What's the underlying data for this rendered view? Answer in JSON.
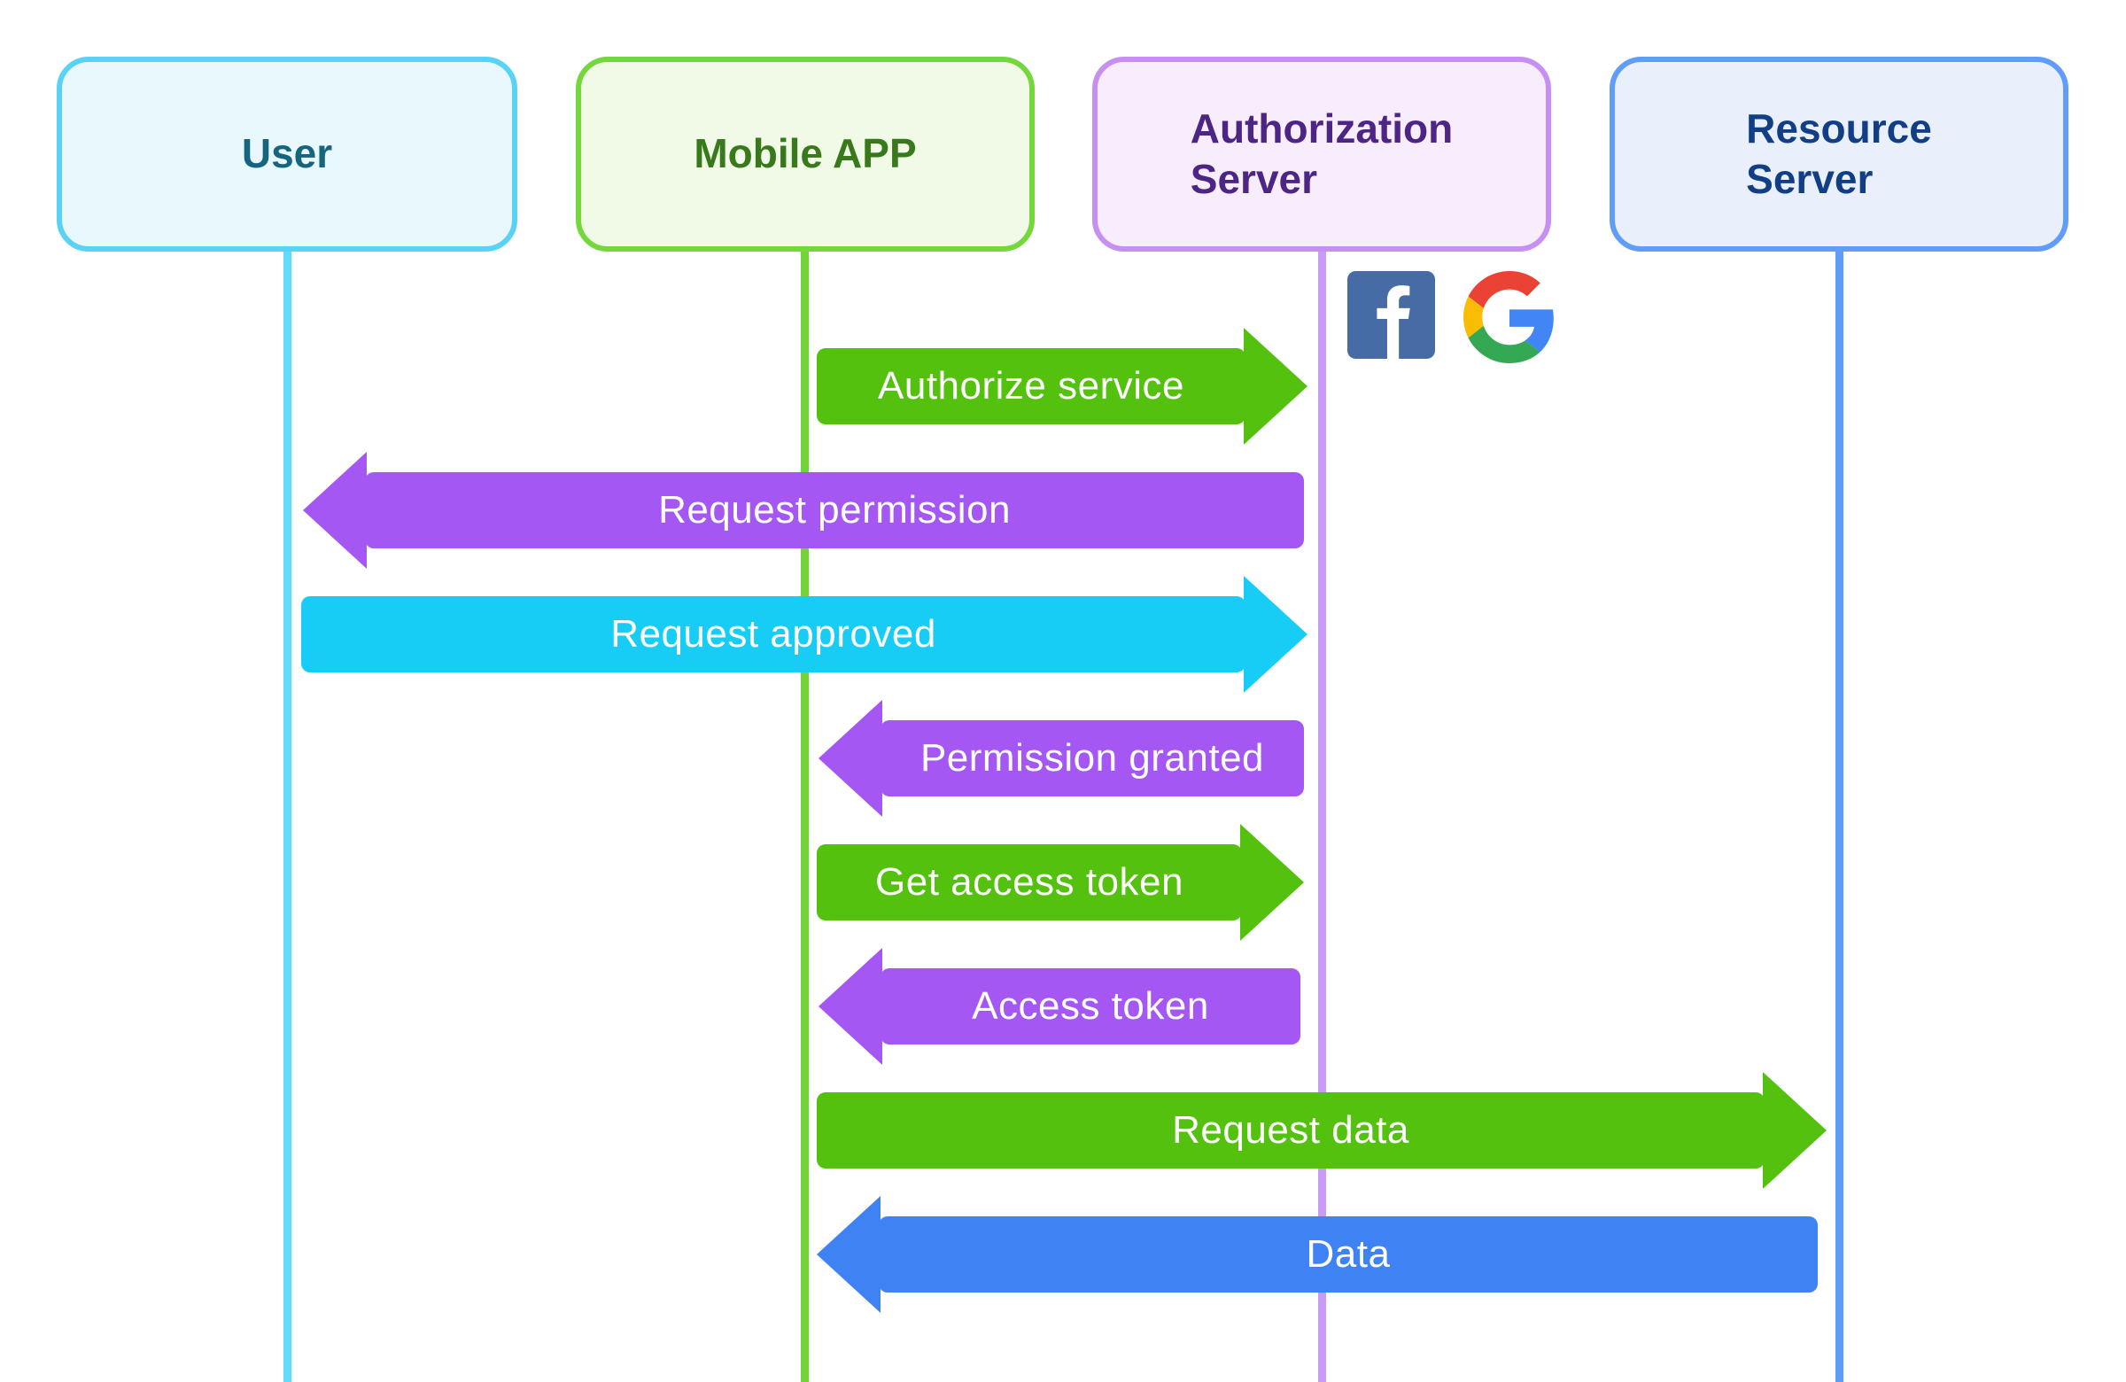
{
  "diagram_type": "sequence-diagram",
  "actors": [
    {
      "id": "user",
      "label": "User",
      "fill": "#E9F8FD",
      "border": "#58D2F5",
      "text_color": "#16657F",
      "lifeline_color": "#60DBF8"
    },
    {
      "id": "mobile-app",
      "label": "Mobile APP",
      "fill": "#F0FAE7",
      "border": "#74D73C",
      "text_color": "#38791B",
      "lifeline_color": "#72D436"
    },
    {
      "id": "authorization-server",
      "label": "Authorization\nServer",
      "fill": "#F8EDFC",
      "border": "#C78FF2",
      "text_color": "#4C2585",
      "lifeline_color": "#C89BF5"
    },
    {
      "id": "resource-server",
      "label": "Resource\nServer",
      "fill": "#E9F0FC",
      "border": "#5F9DF8",
      "text_color": "#123E85",
      "lifeline_color": "#5E9CFA"
    }
  ],
  "identity_provider_icons": [
    {
      "icon": "facebook-icon",
      "color": "#476CA5"
    },
    {
      "icon": "google-icon",
      "colors": {
        "red": "#EA4335",
        "blue": "#4285F4",
        "yellow": "#FBBC05",
        "green": "#34A853"
      }
    }
  ],
  "messages": [
    {
      "label": "Authorize service",
      "from": "mobile-app",
      "to": "authorization-server",
      "direction": "right",
      "color": "#53C10E"
    },
    {
      "label": "Request permission",
      "from": "authorization-server",
      "to": "user",
      "direction": "left",
      "color": "#A457F2"
    },
    {
      "label": "Request approved",
      "from": "user",
      "to": "authorization-server",
      "direction": "right",
      "color": "#18CDF5"
    },
    {
      "label": "Permission granted",
      "from": "authorization-server",
      "to": "mobile-app",
      "direction": "left",
      "color": "#A457F2"
    },
    {
      "label": "Get access token",
      "from": "mobile-app",
      "to": "authorization-server",
      "direction": "right",
      "color": "#53C10E"
    },
    {
      "label": "Access token",
      "from": "authorization-server",
      "to": "mobile-app",
      "direction": "left",
      "color": "#A457F2"
    },
    {
      "label": "Request data",
      "from": "mobile-app",
      "to": "resource-server",
      "direction": "right",
      "color": "#53C10E"
    },
    {
      "label": "Data",
      "from": "resource-server",
      "to": "mobile-app",
      "direction": "left",
      "color": "#3E82F4"
    }
  ]
}
